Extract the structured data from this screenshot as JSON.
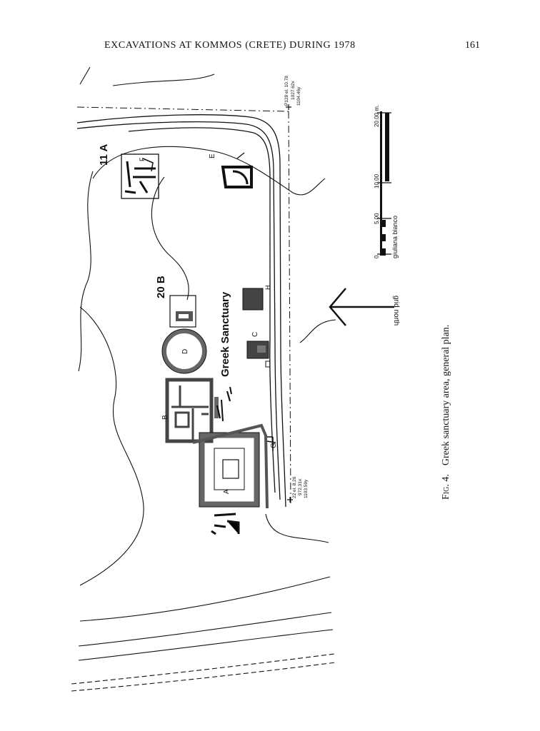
{
  "header": {
    "running_title": "EXCAVATIONS AT KOMMOS (CRETE) DURING 1978",
    "page_number": "161"
  },
  "figure": {
    "caption_prefix": "Fig. 4.",
    "caption_text": "Greek sanctuary area, general plan.",
    "area_label": "Greek Sanctuary",
    "trench_labels": [
      "11 A",
      "20 B"
    ],
    "building_labels": [
      "A",
      "B",
      "C",
      "D",
      "E",
      "F",
      "G",
      "H"
    ],
    "north_arrow_label": "grid north",
    "datum_top": [
      "P128 el. 10.78",
      "1027.62x",
      "1104.46y"
    ],
    "datum_bottom": [
      "22 el. 8.26",
      "972.31x",
      "1103.59y"
    ],
    "scale_bar": {
      "ticks": [
        "0",
        "5.00",
        "10.00",
        "20.00 m."
      ],
      "credit": "giuliana bianco"
    }
  }
}
